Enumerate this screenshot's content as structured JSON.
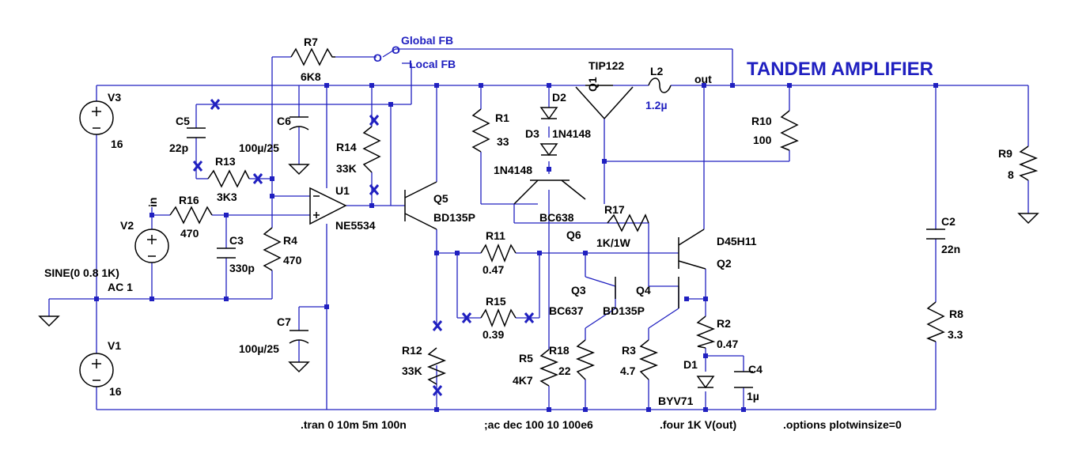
{
  "title": "TANDEM AMPLIFIER",
  "sources": {
    "v3": {
      "name": "V3",
      "value": "16"
    },
    "v1": {
      "name": "V1",
      "value": "16"
    },
    "v2": {
      "name": "V2",
      "value": "SINE(0 0.8 1K)",
      "ac": "AC 1"
    }
  },
  "components": {
    "r7": {
      "name": "R7",
      "value": "6K8"
    },
    "r13": {
      "name": "R13",
      "value": "3K3"
    },
    "r14": {
      "name": "R14",
      "value": "33K"
    },
    "r16": {
      "name": "R16",
      "value": "470"
    },
    "r4": {
      "name": "R4",
      "value": "470"
    },
    "r1": {
      "name": "R1",
      "value": "33"
    },
    "r10": {
      "name": "R10",
      "value": "100"
    },
    "r9": {
      "name": "R9",
      "value": "8"
    },
    "r11": {
      "name": "R11",
      "value": "0.47"
    },
    "r15": {
      "name": "R15",
      "value": "0.39"
    },
    "r12": {
      "name": "R12",
      "value": "33K"
    },
    "r17": {
      "name": "R17",
      "value": "1K/1W"
    },
    "r5": {
      "name": "R5",
      "value": "4K7"
    },
    "r18": {
      "name": "R18",
      "value": "22"
    },
    "r3": {
      "name": "R3",
      "value": "4.7"
    },
    "r2": {
      "name": "R2",
      "value": "0.47"
    },
    "r8": {
      "name": "R8",
      "value": "3.3"
    },
    "c5": {
      "name": "C5",
      "value": "22p"
    },
    "c6": {
      "name": "C6",
      "value": "100µ/25"
    },
    "c3": {
      "name": "C3",
      "value": "330p"
    },
    "c7": {
      "name": "C7",
      "value": "100µ/25"
    },
    "c2": {
      "name": "C2",
      "value": "22n"
    },
    "c4": {
      "name": "C4",
      "value": "1µ"
    },
    "l2": {
      "name": "L2",
      "value": "1.2µ"
    },
    "u1": {
      "name": "U1",
      "value": "NE5534"
    },
    "q1": {
      "name": "Q1",
      "value": "TIP122"
    },
    "q5": {
      "name": "Q5",
      "value": "BD135P"
    },
    "q6": {
      "name": "Q6",
      "value": "BC638"
    },
    "q3": {
      "name": "Q3",
      "value": "BC637"
    },
    "q4": {
      "name": "Q4",
      "value": "BD135P"
    },
    "q2": {
      "name": "Q2",
      "value": "D45H11"
    },
    "d2": {
      "name": "D2",
      "value": ""
    },
    "d3": {
      "name": "D3",
      "value": "1N4148"
    },
    "d3b": {
      "value": "1N4148"
    },
    "d1": {
      "name": "D1",
      "value": "BYV71"
    }
  },
  "nets": {
    "out": "out",
    "in": "in",
    "global_fb": "Global FB",
    "local_fb": "Local FB",
    "switch_o1": "O",
    "switch_o2": "O"
  },
  "directives": {
    "tran": ".tran 0 10m 5m 100n",
    "ac": ";ac dec 100 10 100e6",
    "four": ".four 1K V(out)",
    "options": ".options plotwinsize=0"
  }
}
